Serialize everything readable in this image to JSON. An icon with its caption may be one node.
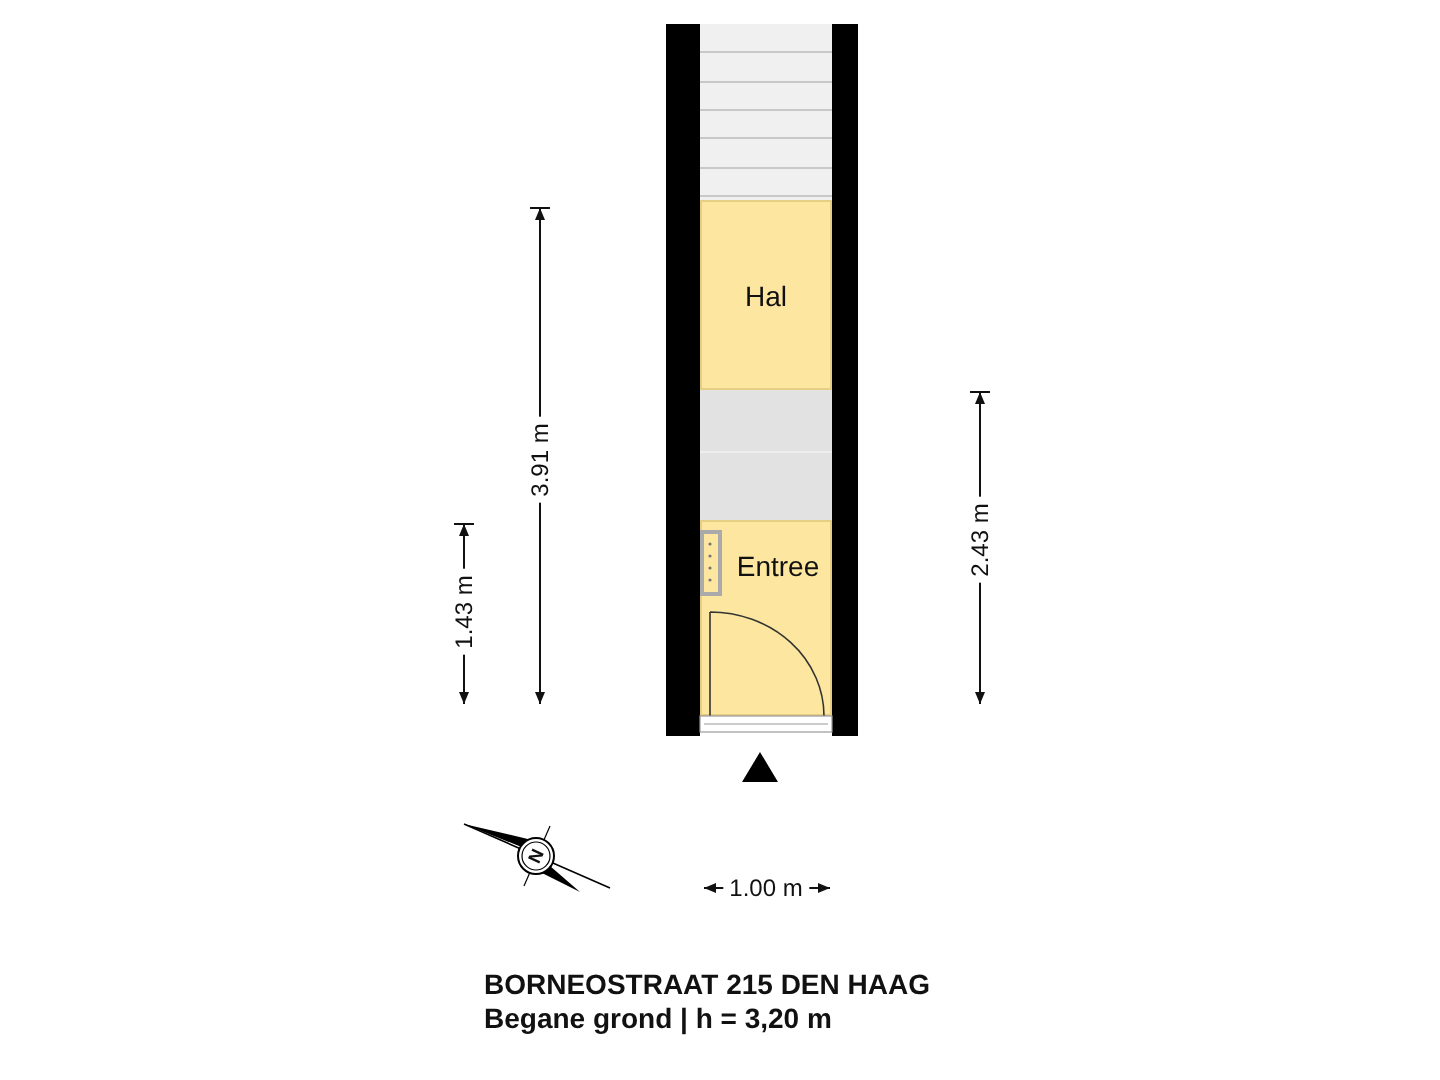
{
  "diagram": {
    "title": "BORNEOSTRAAT 215 DEN HAAG",
    "caption": "Begane grond | h = 3,20 m",
    "nodes": [
      {
        "text": [
          "Hal"
        ]
      },
      {
        "text": [
          "Entree"
        ]
      }
    ],
    "labels": [
      "3.91 m",
      "1.43 m",
      "2.43 m",
      "1.00 m",
      "N"
    ]
  }
}
